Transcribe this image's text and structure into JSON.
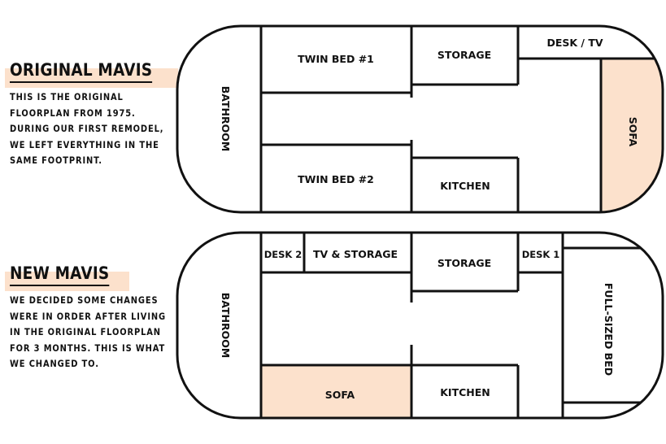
{
  "colors": {
    "highlight": "#fce1cc",
    "sofa_fill": "#fce1cc",
    "line": "#111111",
    "background": "#ffffff"
  },
  "original": {
    "title": "ORIGINAL MAVIS",
    "description": [
      "THIS IS THE ORIGINAL",
      "FLOORPLAN FROM 1975.",
      "DURING OUR FIRST REMODEL,",
      "WE LEFT EVERYTHING IN THE",
      "SAME FOOTPRINT."
    ],
    "rooms": {
      "bathroom": "BATHROOM",
      "twin_bed_1": "TWIN BED #1",
      "twin_bed_2": "TWIN BED #2",
      "storage": "STORAGE",
      "kitchen": "KITCHEN",
      "desk_tv": "DESK / TV",
      "sofa": "SOFA"
    }
  },
  "new": {
    "title": "NEW MAVIS",
    "description": [
      "WE DECIDED SOME CHANGES",
      "WERE IN ORDER AFTER LIVING",
      "IN THE ORIGINAL FLOORPLAN",
      "FOR 3 MONTHS. THIS IS WHAT",
      "WE CHANGED TO."
    ],
    "rooms": {
      "bathroom": "BATHROOM",
      "desk_2": "DESK 2",
      "tv_storage": "TV & STORAGE",
      "storage": "STORAGE",
      "desk_1": "DESK 1",
      "sofa": "SOFA",
      "kitchen": "KITCHEN",
      "full_bed": "FULL-SIZED BED"
    }
  }
}
